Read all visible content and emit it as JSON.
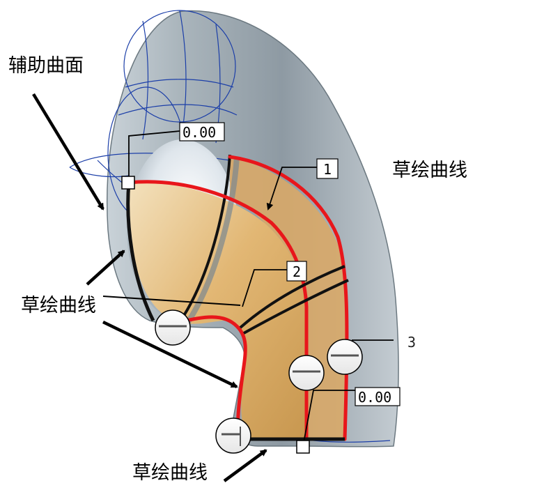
{
  "labels": {
    "aux_surface": "辅助曲面",
    "sketch_right": "草绘曲线",
    "sketch_left": "草绘曲线",
    "sketch_bottom": "草绘曲线"
  },
  "tags": {
    "top_value": "0.00",
    "bottom_value": "0.00",
    "index_1": "1",
    "index_2": "2",
    "index_3": "3"
  },
  "colors": {
    "shell": "#9aa7b0",
    "inner_surface": "#e6c28a",
    "sketch_curve": "#e8161b",
    "wire": "#1b3ea8"
  }
}
